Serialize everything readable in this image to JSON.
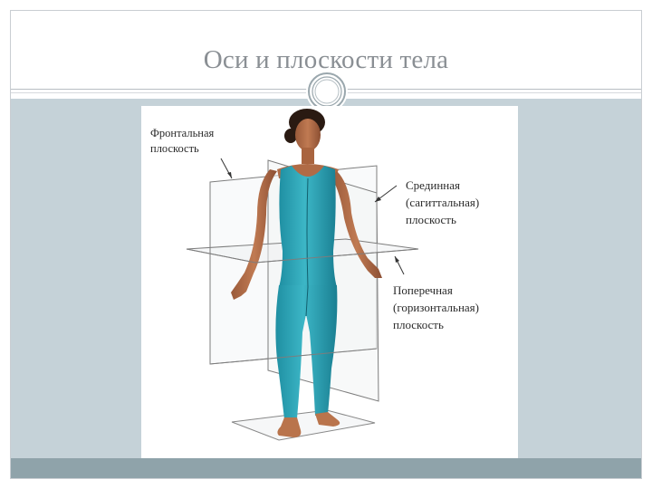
{
  "slide": {
    "title": "Оси и плоскости тела"
  },
  "labels": {
    "frontal": {
      "line1": "Фронтальная",
      "line2": "плоскость"
    },
    "median": {
      "line1": "Срединная",
      "line2": "(сагиттальная)",
      "line3": "плоскость"
    },
    "transverse": {
      "line1": "Поперечная",
      "line2": "(горизонтальная)",
      "line3": "плоскость"
    }
  },
  "colors": {
    "title": "#8a8f94",
    "body_background": "#c5d2d8",
    "bottom_band": "#8fa3aa",
    "suit": "#2aa3b5"
  }
}
